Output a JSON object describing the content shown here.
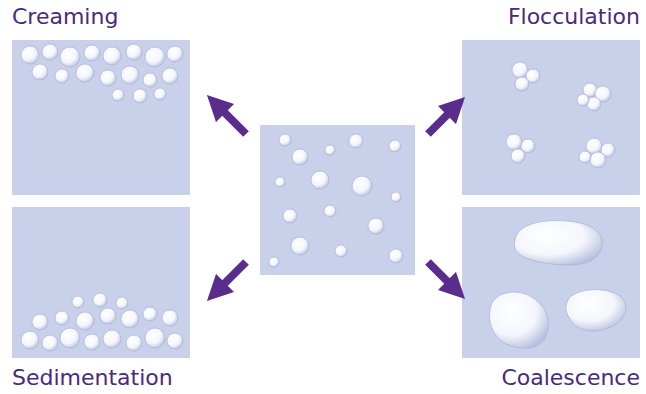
{
  "diagram": {
    "nodes": [
      {
        "text": [
          "Creaming"
        ]
      },
      {
        "text": [
          "Flocculation"
        ]
      },
      {
        "text": [
          "Sedimentation"
        ]
      },
      {
        "text": [
          "Coalescence"
        ]
      }
    ]
  }
}
